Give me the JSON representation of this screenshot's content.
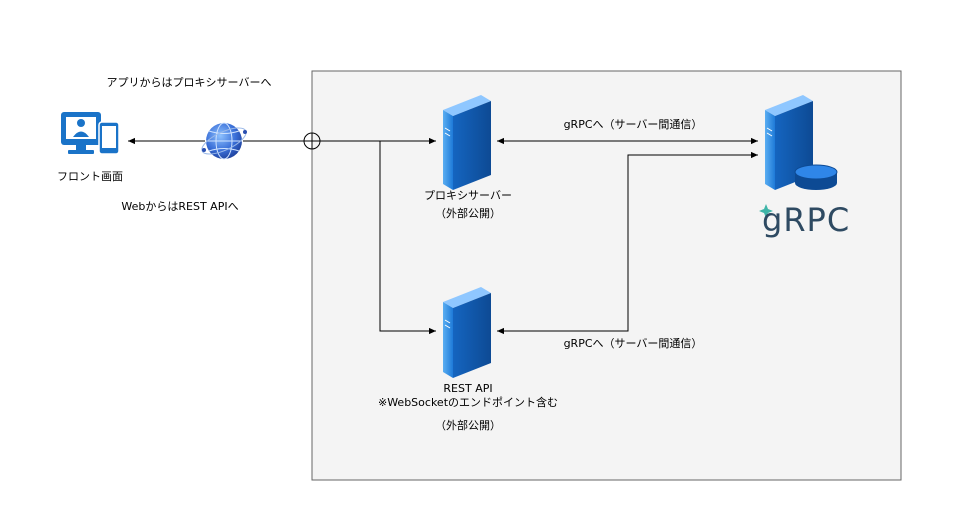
{
  "labels": {
    "app_to_proxy": "アプリからはプロキシサーバーへ",
    "web_to_rest": "WebからはREST APIへ",
    "frontend": "フロント画面",
    "proxy_server": "プロキシサーバー",
    "proxy_public": "（外部公開）",
    "grpc_top": "gRPCへ（サーバー間通信）",
    "grpc_bottom": "gRPCへ（サーバー間通信）",
    "rest_api": "REST API",
    "rest_note": "※WebSocketのエンドポイント含む",
    "rest_public": "（外部公開）",
    "grpc_logo": "gRPC"
  },
  "icons": {
    "frontend": "monitor-user-device-icon",
    "internet": "globe-icon",
    "proxy": "server-icon",
    "rest": "server-icon",
    "grpc": "database-server-icon"
  },
  "colors": {
    "server_light": "#4a9ee8",
    "server_dark": "#1565c0",
    "frontend": "#1a73c8",
    "globe": "#3a6fd8",
    "boundary_fill": "#f4f4f4",
    "boundary_stroke": "#666666",
    "logo": "#2e4a62",
    "logo_accent": "#3fb5a8"
  }
}
